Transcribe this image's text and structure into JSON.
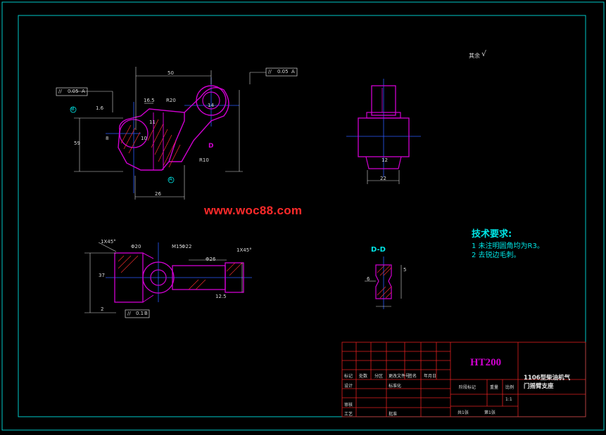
{
  "watermark": "www.woc88.com",
  "tech_requirements": {
    "title": "技术要求:",
    "items": [
      "1 未注明圆角均为R3。",
      "2 去锐边毛刺。"
    ]
  },
  "section_label": "D-D",
  "section_marker": "D",
  "datum_labels": {
    "A": "A",
    "B": "B"
  },
  "tolerance_frames": {
    "top_left": [
      "//",
      "0.05",
      "A"
    ],
    "top_right": [
      "//",
      "0.05",
      "A"
    ],
    "bottom": [
      "//",
      "0.1",
      "B"
    ]
  },
  "dimensions": {
    "width_top": "50",
    "d16_5": "16.5",
    "r20": "R20",
    "d14": "14",
    "d59": "59",
    "d8": "8",
    "d10": "10",
    "d11": "11",
    "d26": "26",
    "phi20": "Φ20",
    "phi22": "Φ22",
    "phi26": "Φ26",
    "m15": "M15",
    "d22": "22",
    "d12": "12",
    "d5": "5",
    "d6": "6",
    "chamfer1": "1X45°",
    "chamfer2": "1X45°",
    "d37": "37",
    "d2": "2",
    "r10": "R10",
    "d1_6": "1.6",
    "d12_5": "12.5"
  },
  "roughness_note": "其余",
  "title_block": {
    "material": "HT200",
    "part_name_line1": "1106型柴油机气",
    "part_name_line2": "门摇臂支座",
    "scale": "1:1",
    "labels": [
      "标记",
      "处数",
      "分区",
      "更改文件号",
      "签名",
      "年月日",
      "设计",
      "标准化",
      "审核",
      "工艺",
      "批准",
      "阶段标记",
      "重量",
      "比例",
      "共1张",
      "第1张"
    ]
  },
  "colors": {
    "background": "#000000",
    "frame": "#00c8c8",
    "part": "#d000d0",
    "centerline": "#2a5cff",
    "hatch": "#ff3030",
    "dimension": "#d8d8d8",
    "titleblock": "#e02020",
    "text_cyan": "#00e6e6"
  }
}
